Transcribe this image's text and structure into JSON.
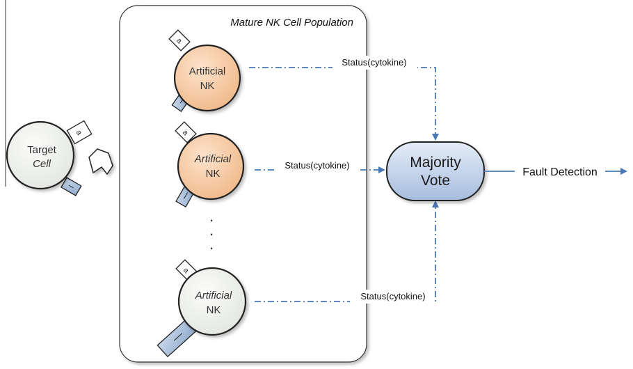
{
  "population": {
    "title": "Mature NK Cell Population"
  },
  "target_cell": {
    "line1": "Target",
    "line2": "Cell",
    "receptor_top": "a",
    "receptor_bottom": "i"
  },
  "nk_cells": [
    {
      "line1": "Artificial",
      "line2": "NK",
      "receptor_top": "a",
      "receptor_bottom": "i",
      "status": "Status(cytokine)"
    },
    {
      "line1": "Artificial",
      "line2": "NK",
      "receptor_top": "a",
      "receptor_bottom": "i",
      "status": "Status(cytokine)"
    },
    {
      "line1": "Artificial",
      "line2": "NK",
      "receptor_top": "a",
      "receptor_bottom": "i",
      "status": "Status(cytokine)"
    }
  ],
  "ellipsis": ".",
  "majority_vote": {
    "line1": "Majority",
    "line2": "Vote"
  },
  "output": {
    "label": "Fault Detection"
  },
  "colors": {
    "nk_active_fill": "#f3c49b",
    "nk_idle_fill": "#eef0ec",
    "target_fill": "#eef0ec",
    "receptor_fill": "#a9bfd9",
    "vote_fill": "#b9cbe4",
    "link_color": "#4a78b5"
  }
}
